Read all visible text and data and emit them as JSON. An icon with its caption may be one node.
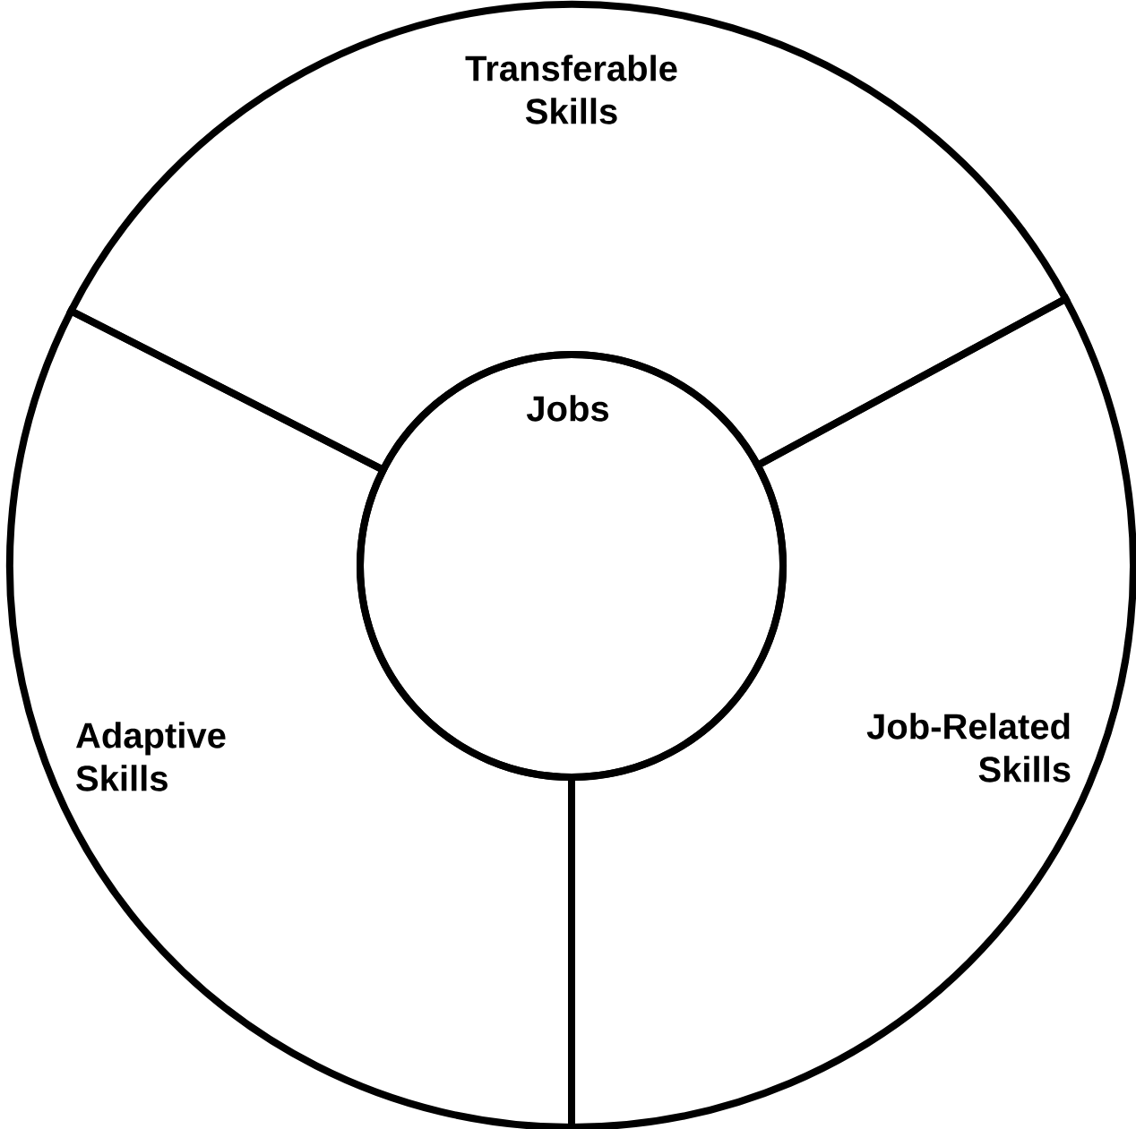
{
  "diagram": {
    "nodes": [
      {
        "text": [
          "Transferable Skills"
        ]
      },
      {
        "text": [
          "Jobs"
        ]
      },
      {
        "text": [
          "Adaptive Skills"
        ]
      },
      {
        "text": [
          "Job-Related Skills"
        ]
      }
    ]
  }
}
